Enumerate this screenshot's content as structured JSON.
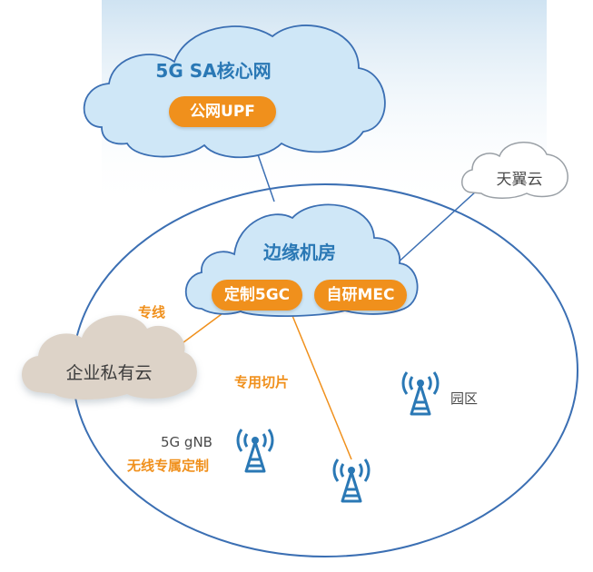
{
  "core_cloud": {
    "title": "5G SA核心网",
    "upf_label": "公网UPF"
  },
  "edge_cloud": {
    "title": "边缘机房",
    "custom_5gc_label": "定制5GC",
    "mec_label": "自研MEC"
  },
  "tianyi_cloud": {
    "label": "天翼云"
  },
  "private_cloud": {
    "label": "企业私有云"
  },
  "links": {
    "dedicated_line": "专线",
    "dedicated_slice": "专用切片"
  },
  "towers": {
    "park_label": "园区",
    "gnb_label": "5G gNB",
    "gnb_sub_label": "无线专属定制"
  },
  "colors": {
    "accent_orange": "#f0901c",
    "cloud_blue": "#cfe7f7",
    "title_blue": "#2a78b5",
    "outline": "#3b6fb3"
  },
  "icons": [
    "antenna-tower-icon"
  ]
}
